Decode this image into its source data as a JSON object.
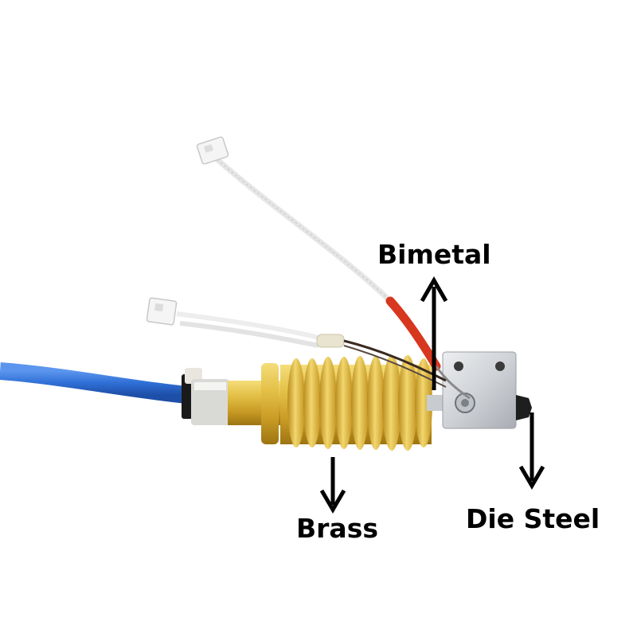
{
  "labels": {
    "bimetal": "Bimetal",
    "brass": "Brass",
    "die_steel": "Die Steel"
  },
  "colors": {
    "tube": "#2f6fd6",
    "brass": "#d9b43a",
    "aluminum": "#d6d8dc",
    "wire_sleeve": "#f2f2f2",
    "red_sleeve": "#d8371f",
    "arrow": "#000000"
  }
}
